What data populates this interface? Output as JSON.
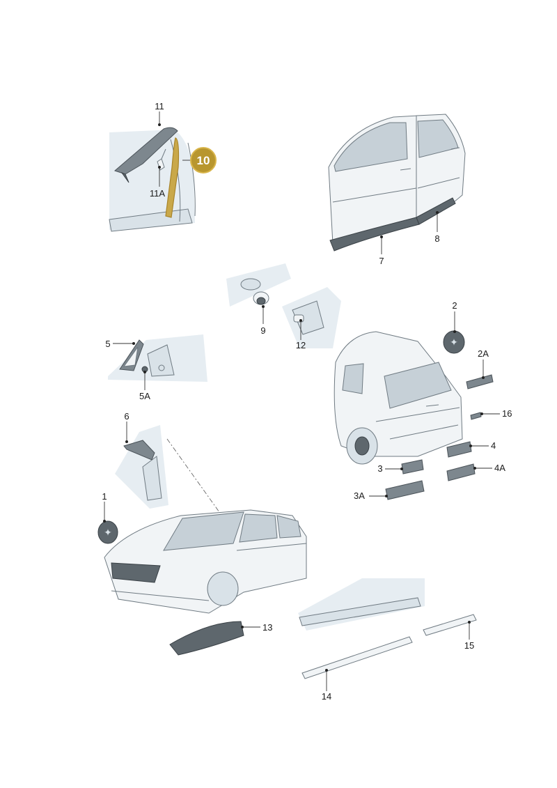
{
  "callouts": {
    "c1": "1",
    "c2": "2",
    "c2a": "2A",
    "c3": "3",
    "c3a": "3A",
    "c4": "4",
    "c4a": "4A",
    "c5": "5",
    "c5a": "5A",
    "c6": "6",
    "c7": "7",
    "c8": "8",
    "c9": "9",
    "c10": "10",
    "c11": "11",
    "c11a": "11A",
    "c12": "12",
    "c13": "13",
    "c14": "14",
    "c15": "15",
    "c16": "16"
  },
  "colors": {
    "highlight": "#b8962e",
    "highlight_stroke": "#d9b54a",
    "part_gray": "#7d878e",
    "vignette": "#e6edf2"
  },
  "icons": {
    "emblem_front": "brand-emblem-icon",
    "emblem_rear": "brand-emblem-icon"
  }
}
